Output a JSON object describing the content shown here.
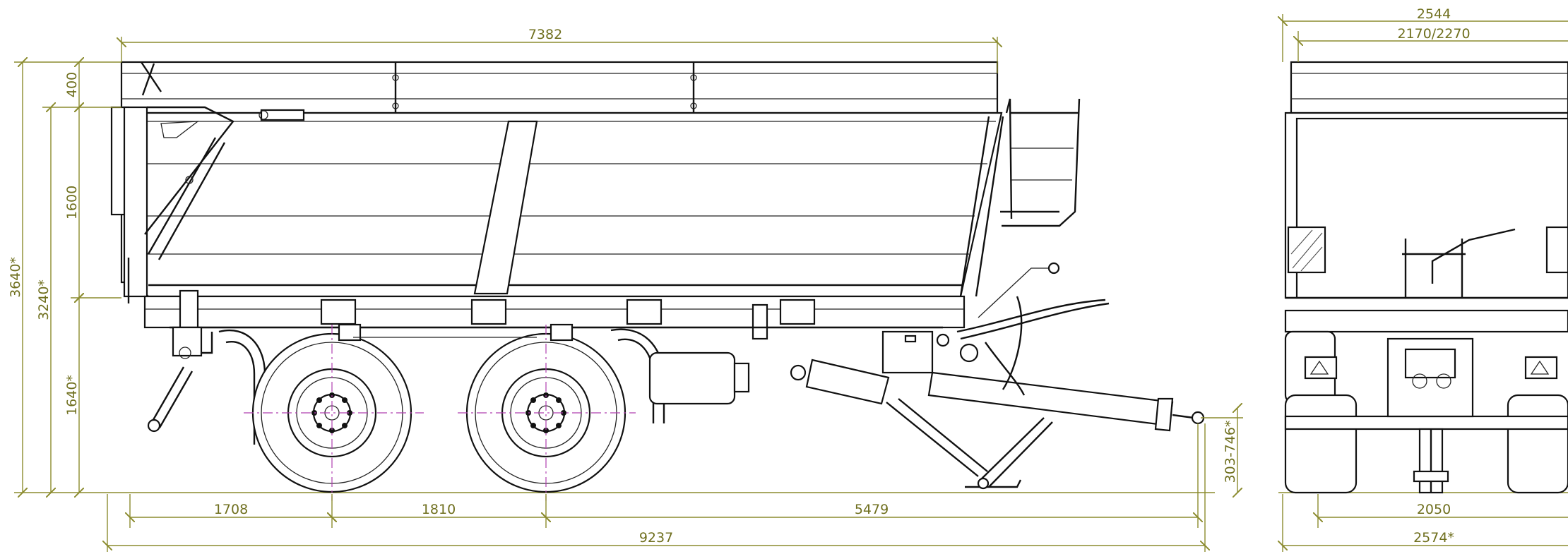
{
  "side_view": {
    "overall_body_length": "7382",
    "overall_height": "3640*",
    "height_to_sideboard_top": "3240*",
    "extension_height": "400",
    "sideboard_height": "1600",
    "loading_height": "1640*",
    "rear_overhang": "1708",
    "axle_spacing": "1810",
    "front_axle_to_coupling": "5479",
    "overall_length": "9237",
    "coupling_height": "303-746*"
  },
  "rear_view": {
    "overall_width": "2544",
    "body_inner_width": "2170/2270",
    "track_width": "2050",
    "tyre_width": "2574*"
  }
}
